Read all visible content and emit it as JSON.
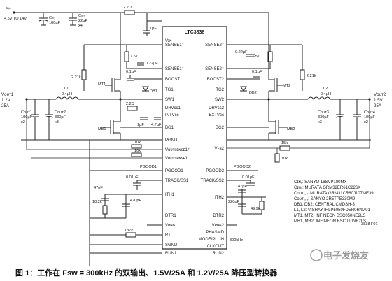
{
  "input": {
    "vin_label": "Vᵢₙ",
    "vin_range": "4.5V TO 14V"
  },
  "input_caps": {
    "cin1_name": "Cᵢₙ₁",
    "cin1_value": "180µF",
    "cin2_name": "Cᵢₙ₂",
    "cin2_value": "22µF",
    "cin2_mult": "x4"
  },
  "chip": {
    "name": "LTC3838",
    "left_pins": [
      "SENSE1⁻",
      "SENSE1⁺",
      "BOOST1",
      "TG1",
      "SW1",
      "DRVcc1",
      "INTVcc",
      "BG1",
      "PGND",
      "Vᴏᴜᴛsᴇɴsᴇ1⁺",
      "Vᴏᴜᴛsᴇɴsᴇ1⁻",
      "PGOOD1",
      "TRACK/SS1",
      "ITH1",
      "DTR1",
      "Vʀɴɢ1",
      "RT",
      "SGND",
      "RUN1"
    ],
    "right_pins": [
      "SENSE2⁻",
      "SENSE2⁺",
      "BOOST2",
      "TG2",
      "SW2",
      "DRVcc2",
      "EXTVcc",
      "BG2",
      "Vꜰʙ2",
      "PGOOD2",
      "TRACK/SS2",
      "ITH2",
      "DTR2",
      "Vʀɴɢ2",
      "PHASMD",
      "MODE/PLLIN",
      "CLKOUT",
      "RUN2"
    ],
    "top_pin": "Vɪɴ"
  },
  "components": {
    "r_vin": "2.2Ω",
    "c_vin": "1µF",
    "r_sense1": "7.5k",
    "c_sense1": "0.22µF",
    "r_sense2": "7.5k",
    "c_sense2": "0.22µF",
    "r_dcr1": "2.21k",
    "r_dcr2": "2.21k",
    "c_boost1": "0.1µF",
    "c_boost2": "0.1µF",
    "mt1": "MT1",
    "mt2": "MT2",
    "mb1": "MB1",
    "mb2": "MB2",
    "db1": "DB1",
    "db2": "DB2",
    "l1_name": "L1",
    "l1_value": "0.4µH",
    "l2_name": "L2",
    "l2_value": "0.4µH",
    "r_drv": "2.2Ω",
    "c_drv1": "1µF",
    "c_drv2": "4.7µF",
    "r_fb1": "10k",
    "r_fb1b": "10k",
    "r_fb2a": "15k",
    "r_fb2b": "10k",
    "c_ss1": "0.01µF",
    "c_ss2": "0.01µF",
    "c_ith1a": "47pF",
    "c_ith1b": "470pF",
    "r_ith1": "18.2k",
    "c_ith2a": "47pF",
    "c_ith2b": "220pF",
    "r_ith2": "49.9k",
    "r_rt": "137k",
    "cap_mult": "x2",
    "cap_mult3": "x3",
    "cap_mult2b": "x2",
    "cap_mult3b": "x3"
  },
  "outputs": {
    "out1_name": "Vᴏᴜᴛ1",
    "out1_v": "1.2V",
    "out1_i": "25A",
    "out2_name": "Vᴏᴜᴛ2",
    "out2_v": "1.5V",
    "out2_i": "25A",
    "cout1_name": "Cᴏᴜᴛ1",
    "cout1_value": "100µF",
    "cout2_name": "Cᴏᴜᴛ2",
    "cout2_value": "330µF",
    "cout3_name": "Cᴏᴜᴛ3",
    "cout3_value": "330µF",
    "cout4_name": "Cᴏᴜᴛ4",
    "cout4_value": "100µF"
  },
  "pin_misc": {
    "pgood1": "PGOOD1",
    "pgood2": "PGOOD2",
    "hz": "300kHz"
  },
  "notes": [
    "Cɪɴ₁: SANYO 16SVP180MX",
    "Cɪɴ₂: MURATA GRM32ER61C226K",
    "Cᴏᴜᴛ₁,₄: MURATA GRM31CR60J107ME39L",
    "Cᴏᴜᴛ₂,₃: SANYO 2R5TPE330M9",
    "DB1, DB2: CENTRAL CMDSH-3",
    "L1, L2: VISHAY IHLP5050FDER0R4M01",
    "MT1, MT2: INFINEON BSC050NE2LS",
    "MB1, MB2: INFINEON BSC010NE2LS"
  ],
  "figure_code": "3838 F01",
  "caption": "图 1：工作在 Fsw = 300kHz 的双输出、1.5V/25A 和 1.2V/25A 降压型转换器",
  "watermark": "电子发烧友"
}
